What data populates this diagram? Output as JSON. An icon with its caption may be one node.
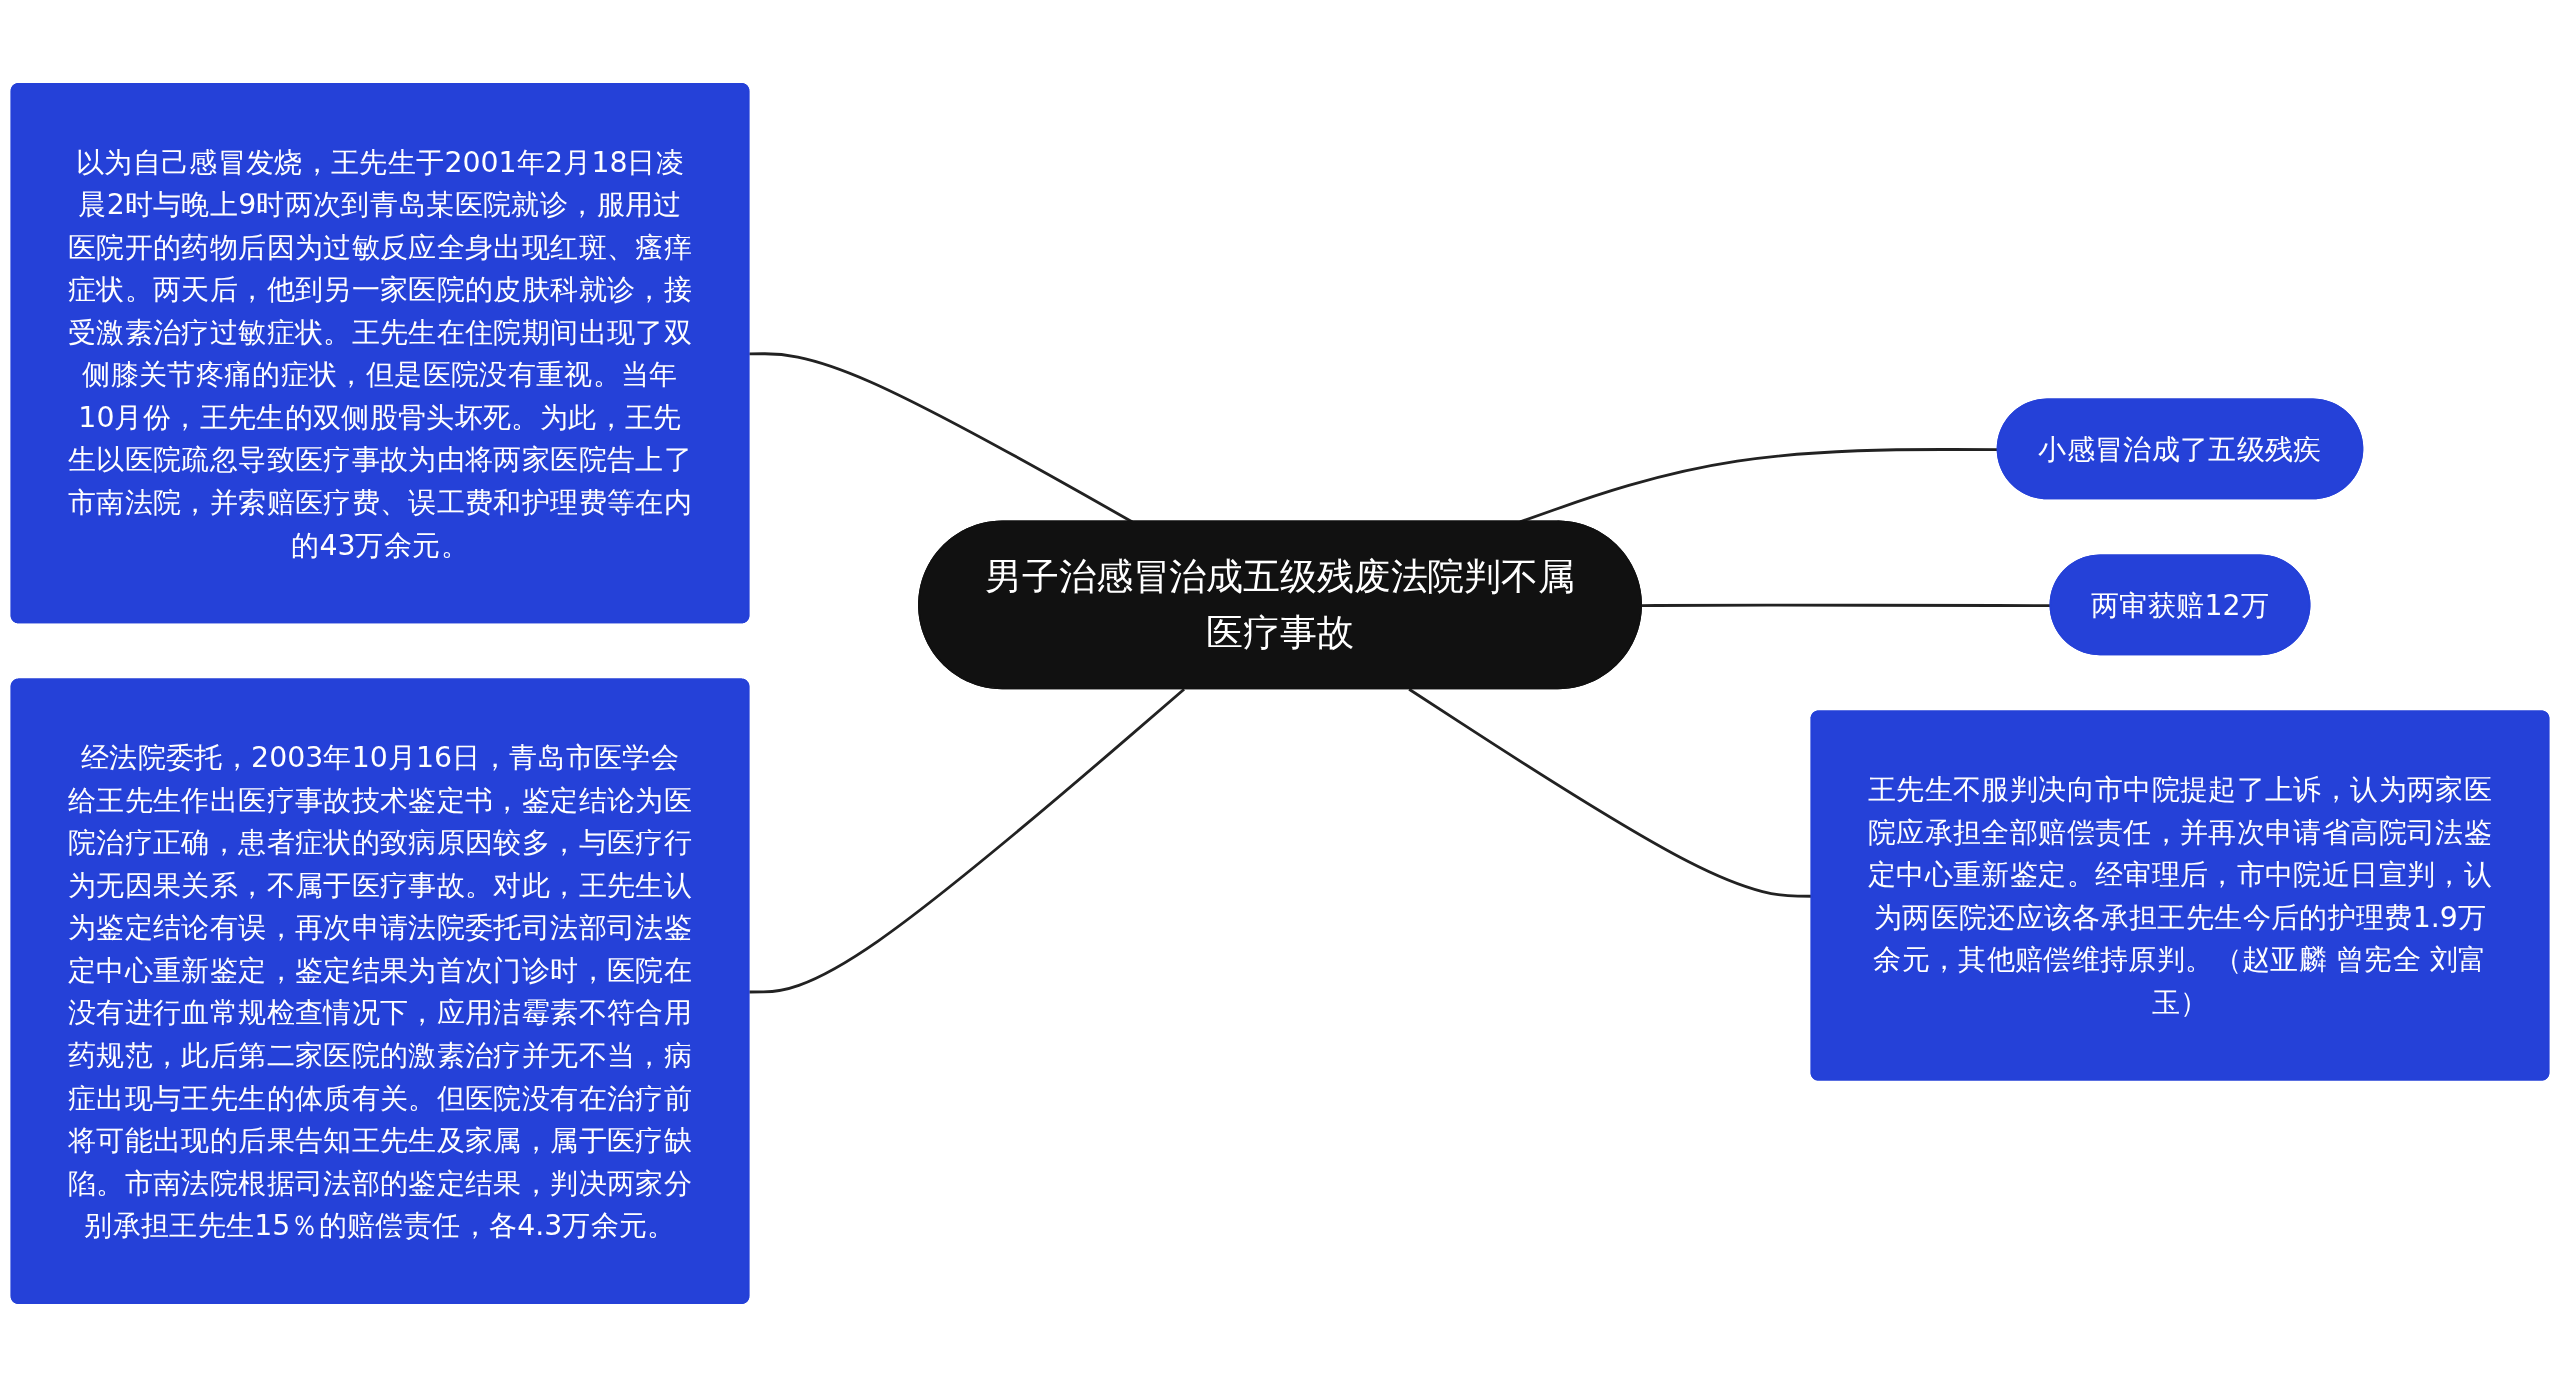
{
  "diagram": {
    "nodes": [
      {
        "text": [
          "男子治感冒治成五级残废法院判不属医疗事故"
        ]
      },
      {
        "text": [
          "小感冒治成了五级残疾"
        ]
      },
      {
        "text": [
          "两审获赔12万"
        ]
      },
      {
        "text": [
          "王先生不服判决向市中院提起了上诉，认为两家医院应承担全部赔偿责任，并再次申请省高院司法鉴定中心重新鉴定。经审理后，市中院近日宣判，认为两医院还应该各承担王先生今后的护理费1.9万余元，其他赔偿维持原判。（赵亚麟 曾宪全 刘富玉）"
        ]
      },
      {
        "text": [
          "以为自己感冒发烧，王先生于2001年2月18日凌晨2时与晚上9时两次到青岛某医院就诊，服用过医院开的药物后因为过敏反应全身出现红斑、瘙痒症状。两天后，他到另一家医院的皮肤科就诊，接受激素治疗过敏症状。王先生在住院期间出现了双侧膝关节疼痛的症状，但是医院没有重视。当年10月份，王先生的双侧股骨头坏死。为此，王先生以医院疏忽导致医疗事故为由将两家医院告上了市南法院，并索赔医疗费、误工费和护理费等在内的43万余元。"
        ]
      },
      {
        "text": [
          "经法院委托，2003年10月16日，青岛市医学会给王先生作出医疗事故技术鉴定书，鉴定结论为医院治疗正确，患者症状的致病原因较多，与医疗行为无因果关系，不属于医疗事故。对此，王先生认为鉴定结论有误，再次申请法院委托司法部司法鉴定中心重新鉴定，鉴定结果为首次门诊时，医院在没有进行血常规检查情况下，应用洁霉素不符合用药规范，此后第二家医院的激素治疗并无不当，病症出现与王先生的体质有关。但医院没有在治疗前将可能出现的后果告知王先生及家属，属于医疗缺陷。市南法院根据司法部的鉴定结果，判决两家分别承担王先生15％的赔偿责任，各4.3万余元。"
        ]
      }
    ],
    "edges": [
      {
        "from": 0,
        "to": 1,
        "arrow": "none"
      },
      {
        "from": 0,
        "to": 2,
        "arrow": "none"
      },
      {
        "from": 0,
        "to": 3,
        "arrow": "none"
      },
      {
        "from": 4,
        "to": 0,
        "arrow": "none"
      },
      {
        "from": 5,
        "to": 0,
        "arrow": "none"
      }
    ]
  }
}
